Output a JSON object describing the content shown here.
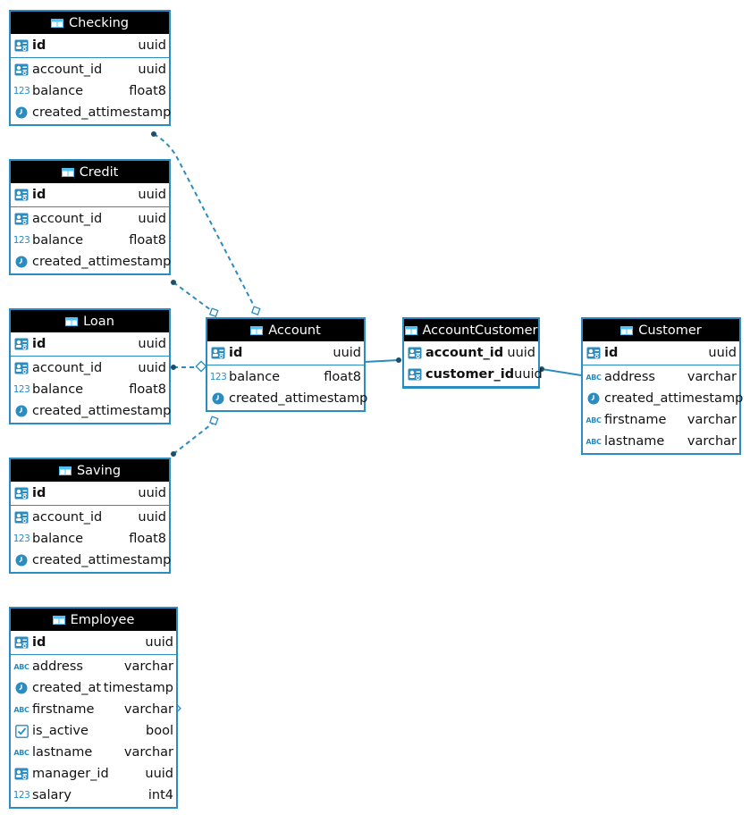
{
  "tables": {
    "checking": {
      "title": "Checking",
      "cols": [
        {
          "name": "id",
          "type": "uuid"
        },
        {
          "name": "account_id",
          "type": "uuid"
        },
        {
          "name": "balance",
          "type": "float8"
        },
        {
          "name": "created_at",
          "type": "timestamp"
        }
      ]
    },
    "credit": {
      "title": "Credit",
      "cols": [
        {
          "name": "id",
          "type": "uuid"
        },
        {
          "name": "account_id",
          "type": "uuid"
        },
        {
          "name": "balance",
          "type": "float8"
        },
        {
          "name": "created_at",
          "type": "timestamp"
        }
      ]
    },
    "loan": {
      "title": "Loan",
      "cols": [
        {
          "name": "id",
          "type": "uuid"
        },
        {
          "name": "account_id",
          "type": "uuid"
        },
        {
          "name": "balance",
          "type": "float8"
        },
        {
          "name": "created_at",
          "type": "timestamp"
        }
      ]
    },
    "saving": {
      "title": "Saving",
      "cols": [
        {
          "name": "id",
          "type": "uuid"
        },
        {
          "name": "account_id",
          "type": "uuid"
        },
        {
          "name": "balance",
          "type": "float8"
        },
        {
          "name": "created_at",
          "type": "timestamp"
        }
      ]
    },
    "employee": {
      "title": "Employee",
      "cols": [
        {
          "name": "id",
          "type": "uuid"
        },
        {
          "name": "address",
          "type": "varchar"
        },
        {
          "name": "created_at",
          "type": "timestamp"
        },
        {
          "name": "firstname",
          "type": "varchar"
        },
        {
          "name": "is_active",
          "type": "bool"
        },
        {
          "name": "lastname",
          "type": "varchar"
        },
        {
          "name": "manager_id",
          "type": "uuid"
        },
        {
          "name": "salary",
          "type": "int4"
        }
      ]
    },
    "account": {
      "title": "Account",
      "cols": [
        {
          "name": "id",
          "type": "uuid"
        },
        {
          "name": "balance",
          "type": "float8"
        },
        {
          "name": "created_at",
          "type": "timestamp"
        }
      ]
    },
    "accountcustomer": {
      "title": "AccountCustomer",
      "cols": [
        {
          "name": "account_id",
          "type": "uuid"
        },
        {
          "name": "customer_id",
          "type": "uuid"
        }
      ]
    },
    "customer": {
      "title": "Customer",
      "cols": [
        {
          "name": "id",
          "type": "uuid"
        },
        {
          "name": "address",
          "type": "varchar"
        },
        {
          "name": "created_at",
          "type": "timestamp"
        },
        {
          "name": "firstname",
          "type": "varchar"
        },
        {
          "name": "lastname",
          "type": "varchar"
        }
      ]
    }
  },
  "icons": {
    "key": "key-column-icon",
    "uuid": "id-card-icon",
    "number": "numeric-123-icon",
    "clock": "clock-icon",
    "text": "abc-text-icon",
    "bool": "checkbox-icon",
    "table": "table-icon"
  },
  "colors": {
    "accent": "#2a8cc0",
    "header_bg": "#000000",
    "header_text": "#ffffff"
  }
}
